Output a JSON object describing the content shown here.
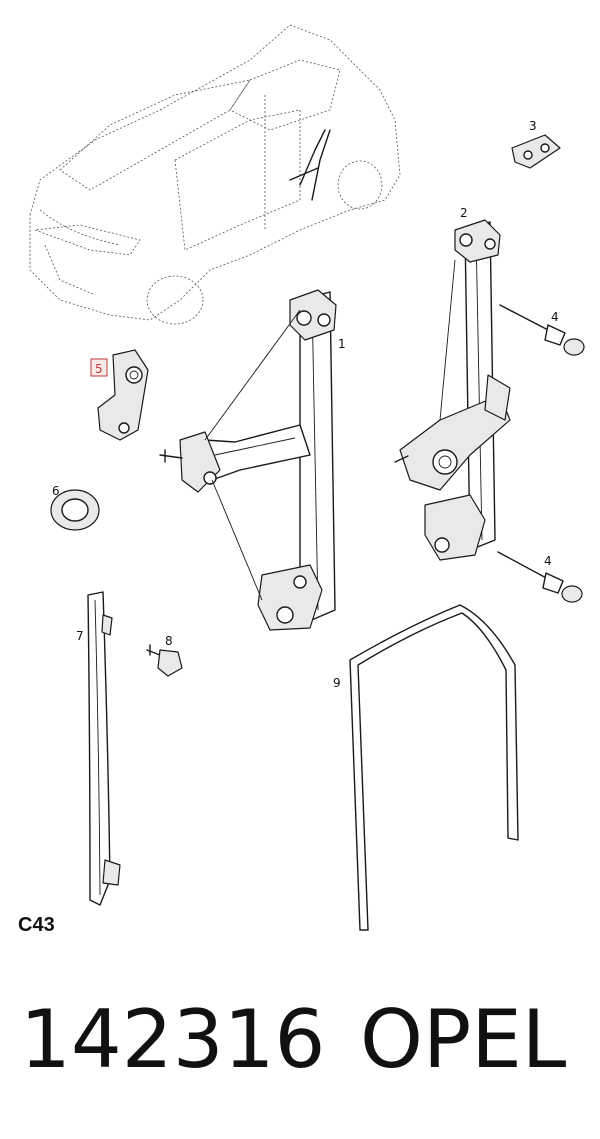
{
  "diagram": {
    "code": "C43",
    "callouts": [
      {
        "id": "1",
        "label": "1",
        "highlighted": false
      },
      {
        "id": "2",
        "label": "2",
        "highlighted": false
      },
      {
        "id": "3",
        "label": "3",
        "highlighted": false
      },
      {
        "id": "4a",
        "label": "4",
        "highlighted": false
      },
      {
        "id": "4b",
        "label": "4",
        "highlighted": false
      },
      {
        "id": "5",
        "label": "5",
        "highlighted": true
      },
      {
        "id": "6",
        "label": "6",
        "highlighted": false
      },
      {
        "id": "7",
        "label": "7",
        "highlighted": false
      },
      {
        "id": "8",
        "label": "8",
        "highlighted": false
      },
      {
        "id": "9",
        "label": "9",
        "highlighted": false
      }
    ],
    "highlight_color": "#c43a3a"
  },
  "footer": {
    "part_number": "142316",
    "brand": "OPEL"
  }
}
